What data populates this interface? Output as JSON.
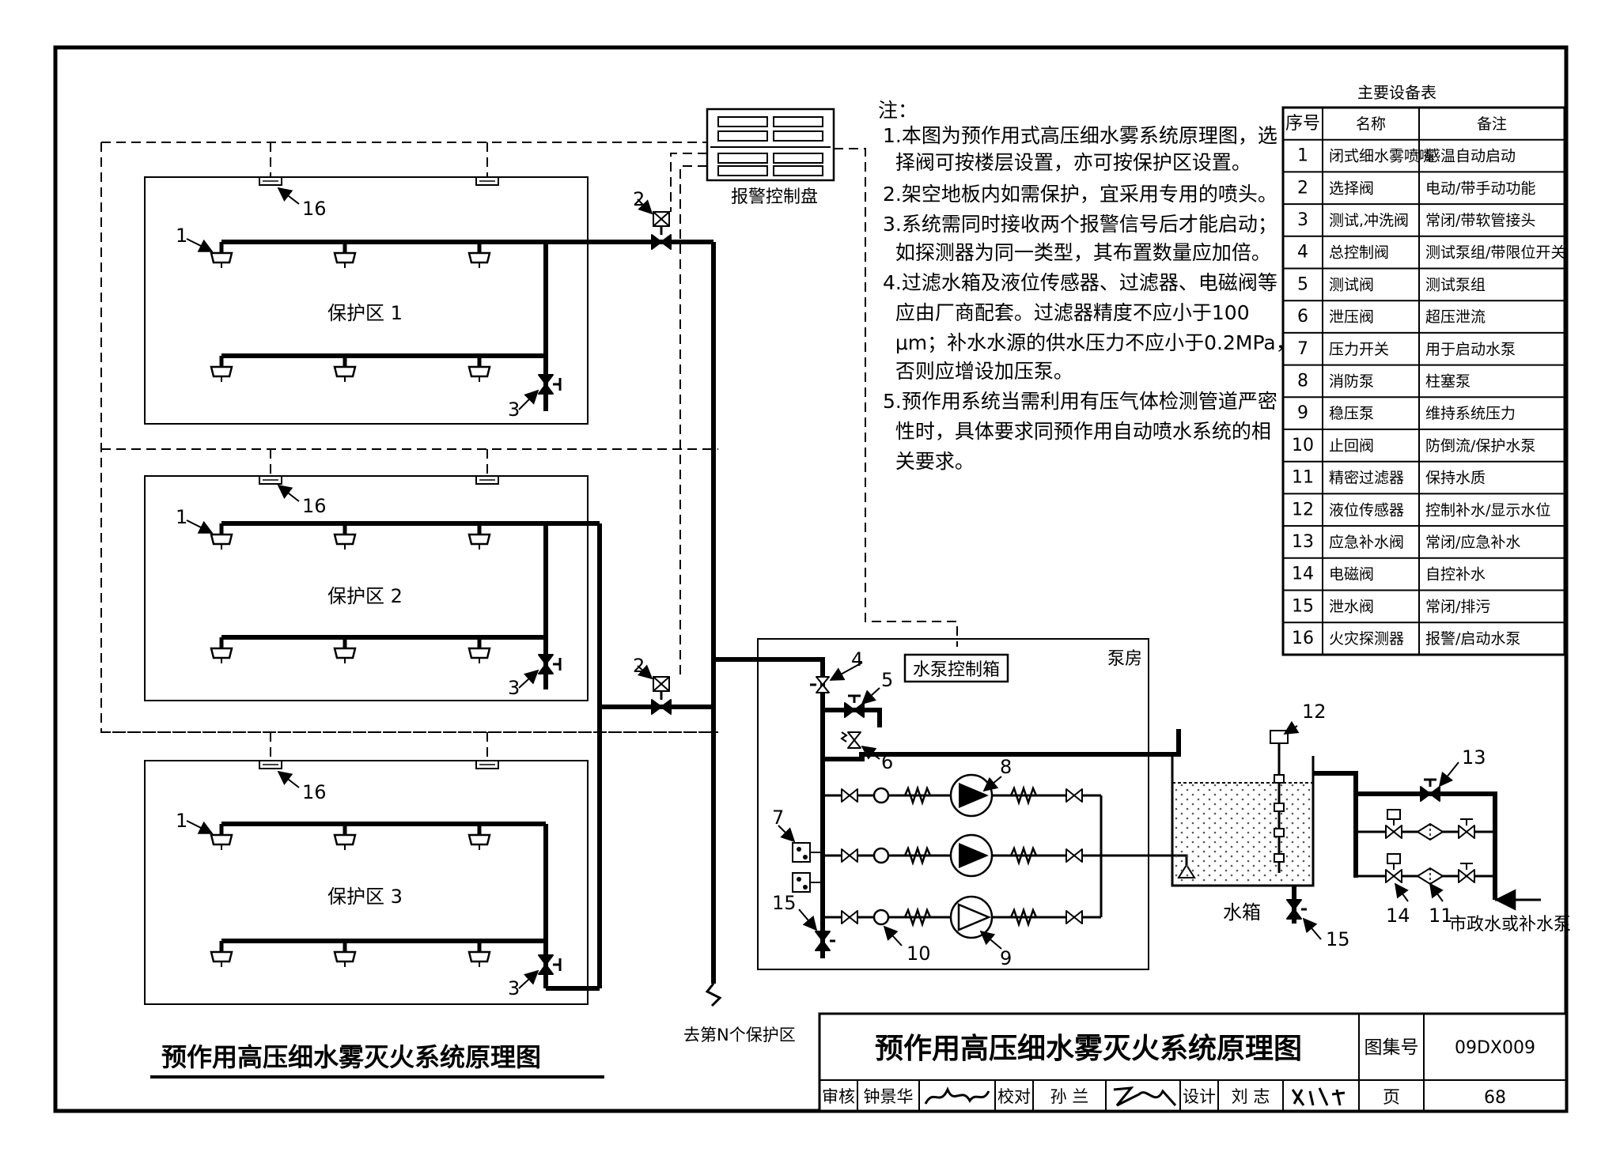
{
  "diagram": {
    "zones": [
      {
        "label": "保护区  1",
        "detector_num": "16",
        "nozzle_num": "1",
        "valve_num": "3"
      },
      {
        "label": "保护区  2",
        "detector_num": "16",
        "nozzle_num": "1",
        "valve_num": "3"
      },
      {
        "label": "保护区  3",
        "detector_num": "16",
        "nozzle_num": "1",
        "valve_num": "3"
      }
    ],
    "selector_valve_num": "2",
    "alarm_panel_label": "报警控制盘",
    "pump_room_label": "泵房",
    "pump_box_label": "水泵控制箱",
    "tank_label": "水箱",
    "to_next_zone": "去第N个保护区",
    "city_water": "市政水或补水泵",
    "pump_room_nums": {
      "main_valve": "4",
      "relief": "5",
      "test": "6",
      "pressure_switch": "7",
      "fire_pump": "8",
      "stab_pump": "9",
      "check": "10",
      "filter": "11",
      "level": "12",
      "emergency": "13",
      "solenoid": "14",
      "drain_room": "15",
      "drain_tank": "15"
    },
    "caption": "预作用高压细水雾灭火系统原理图"
  },
  "notes": {
    "head": "注：",
    "lines": [
      "1.本图为预作用式高压细水雾系统原理图，选",
      "  择阀可按楼层设置，亦可按保护区设置。",
      "2.架空地板内如需保护，宜采用专用的喷头。",
      "3.系统需同时接收两个报警信号后才能启动；",
      "  如探测器为同一类型，其布置数量应加倍。",
      "4.过滤水箱及液位传感器、过滤器、电磁阀等",
      "  应由厂商配套。过滤器精度不应小于100",
      "  μm；补水水源的供水压力不应小于0.2MPa，",
      "  否则应增设加压泵。",
      "5.预作用系统当需利用有压气体检测管道严密",
      "  性时，具体要求同预作用自动喷水系统的相",
      "  关要求。"
    ]
  },
  "equipment": {
    "title": "主要设备表",
    "headers": [
      "序号",
      "名称",
      "备注"
    ],
    "rows": [
      [
        "1",
        "闭式细水雾喷嘴",
        "感温自动启动"
      ],
      [
        "2",
        "选择阀",
        "电动/带手动功能"
      ],
      [
        "3",
        "测试,冲洗阀",
        "常闭/带软管接头"
      ],
      [
        "4",
        "总控制阀",
        "测试泵组/带限位开关"
      ],
      [
        "5",
        "测试阀",
        "测试泵组"
      ],
      [
        "6",
        "泄压阀",
        "超压泄流"
      ],
      [
        "7",
        "压力开关",
        "用于启动水泵"
      ],
      [
        "8",
        "消防泵",
        "柱塞泵"
      ],
      [
        "9",
        "稳压泵",
        "维持系统压力"
      ],
      [
        "10",
        "止回阀",
        "防倒流/保护水泵"
      ],
      [
        "11",
        "精密过滤器",
        "保持水质"
      ],
      [
        "12",
        "液位传感器",
        "控制补水/显示水位"
      ],
      [
        "13",
        "应急补水阀",
        "常闭/应急补水"
      ],
      [
        "14",
        "电磁阀",
        "自控补水"
      ],
      [
        "15",
        "泄水阀",
        "常闭/排污"
      ],
      [
        "16",
        "火灾探测器",
        "报警/启动水泵"
      ]
    ]
  },
  "title_block": {
    "title": "预作用高压细水雾灭火系统原理图",
    "atlas_label": "图集号",
    "atlas_no": "09DX009",
    "page_label": "页",
    "page_no": "68",
    "review_label": "审核",
    "review_name": "钟景华",
    "check_label": "校对",
    "check_name": "孙 兰",
    "design_label": "设计",
    "design_name": "刘 志"
  }
}
